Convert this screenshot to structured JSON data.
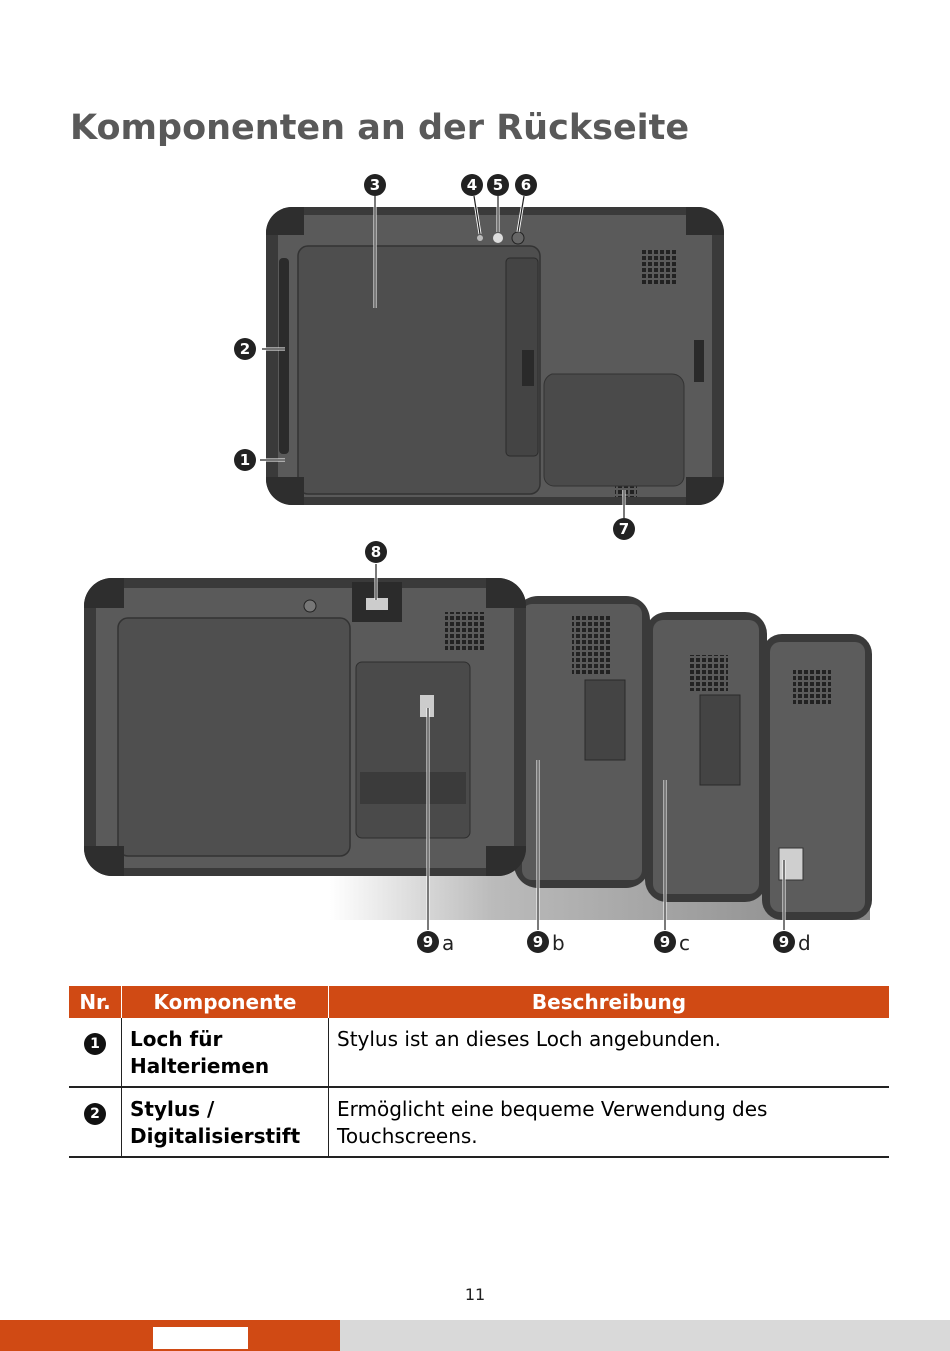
{
  "page": {
    "title": "Komponenten an der Rückseite",
    "page_number": "11"
  },
  "figure": {
    "callouts_top": [
      "1",
      "2",
      "3",
      "4",
      "5",
      "6",
      "7",
      "8"
    ],
    "callouts_bottom": [
      {
        "num": "9",
        "letter": "a"
      },
      {
        "num": "9",
        "letter": "b"
      },
      {
        "num": "9",
        "letter": "c"
      },
      {
        "num": "9",
        "letter": "d"
      }
    ]
  },
  "table": {
    "headers": [
      "Nr.",
      "Komponente",
      "Beschreibung"
    ],
    "rows": [
      {
        "nr": "1",
        "component": "Loch für Halteriemen",
        "description": "Stylus ist an dieses Loch angebunden."
      },
      {
        "nr": "2",
        "component": "Stylus / Digitalisierstift",
        "description": "Ermöglicht eine bequeme Verwendung des Touchscreens."
      }
    ]
  },
  "colors": {
    "accent": "#d04a14",
    "title": "#595959",
    "footer_gray": "#d9d9d9"
  }
}
